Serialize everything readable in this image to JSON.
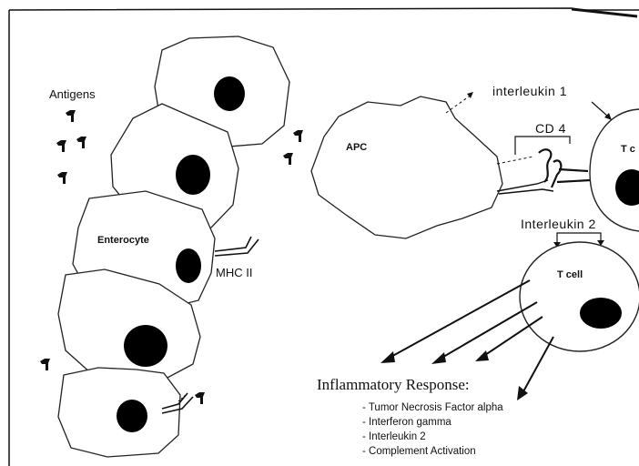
{
  "labels": {
    "antigens": "Antigens",
    "enterocyte": "Enterocyte",
    "mhc": "MHC  II",
    "apc": "APC",
    "interleukin1": "interleukin  1",
    "cd4": "CD  4",
    "t_cell_top": "T c",
    "interleukin2": "Interleukin  2",
    "t_cell": "T cell"
  },
  "response": {
    "title": "Inflammatory Response:",
    "items": [
      "Tumor Necrosis Factor alpha",
      "Interferon gamma",
      "Interleukin 2",
      "Complement Activation"
    ]
  },
  "colors": {
    "line": "#111111",
    "background": "#ffffff",
    "nucleus": "#000000"
  }
}
